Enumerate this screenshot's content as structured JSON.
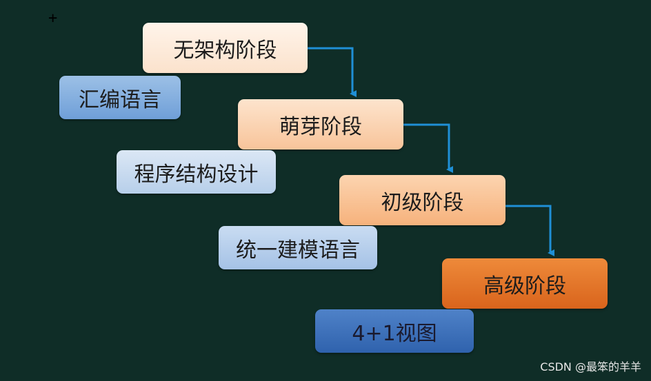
{
  "stages": [
    {
      "label": "无架构阶段"
    },
    {
      "label": "萌芽阶段"
    },
    {
      "label": "初级阶段"
    },
    {
      "label": "高级阶段"
    }
  ],
  "languages": [
    {
      "label": "汇编语言"
    },
    {
      "label": "程序结构设计"
    },
    {
      "label": "统一建模语言"
    },
    {
      "label": "4+1视图"
    }
  ],
  "colors": {
    "background": "#0f2d27",
    "arrow": "#1f8fd6",
    "high_stage": "#e07328",
    "view_box": "#3a6fb8"
  },
  "watermark": "CSDN @最笨的羊羊",
  "cursor_mark": "+"
}
